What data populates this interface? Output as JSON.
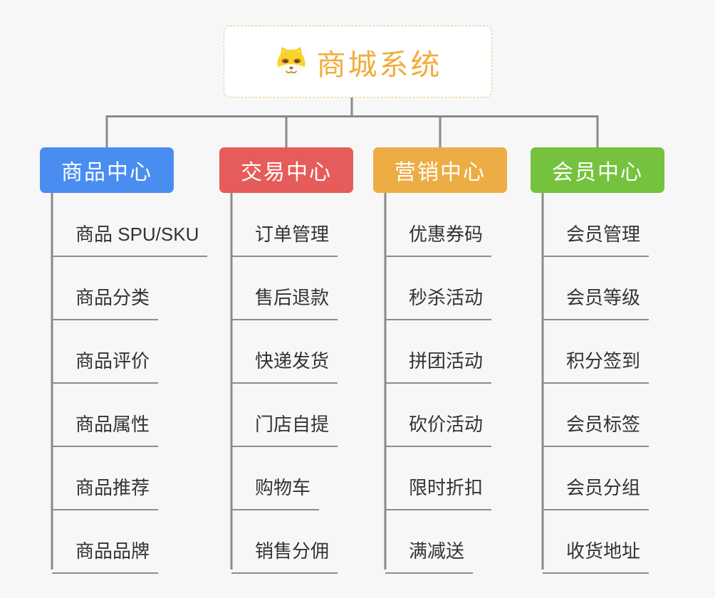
{
  "root": {
    "title": "商城系统",
    "icon": "shiba-dog-icon"
  },
  "branches": [
    {
      "label": "商品中心",
      "color": "#4a8df0",
      "items": [
        "商品 SPU/SKU",
        "商品分类",
        "商品评价",
        "商品属性",
        "商品推荐",
        "商品品牌"
      ]
    },
    {
      "label": "交易中心",
      "color": "#e65c5a",
      "items": [
        "订单管理",
        "售后退款",
        "快递发货",
        "门店自提",
        "购物车",
        "销售分佣"
      ]
    },
    {
      "label": "营销中心",
      "color": "#edad45",
      "items": [
        "优惠券码",
        "秒杀活动",
        "拼团活动",
        "砍价活动",
        "限时折扣",
        "满减送"
      ]
    },
    {
      "label": "会员中心",
      "color": "#74c23e",
      "items": [
        "会员管理",
        "会员等级",
        "积分签到",
        "会员标签",
        "会员分组",
        "收货地址"
      ]
    }
  ],
  "colors": {
    "background": "#f7f7f7",
    "connector_line": "#8a8a8a",
    "leaf_underline": "#8d8d8d",
    "leaf_text": "#333333",
    "root_text": "#f0ad3c",
    "root_border": "#efc183",
    "branch_text": "#ffffff"
  }
}
